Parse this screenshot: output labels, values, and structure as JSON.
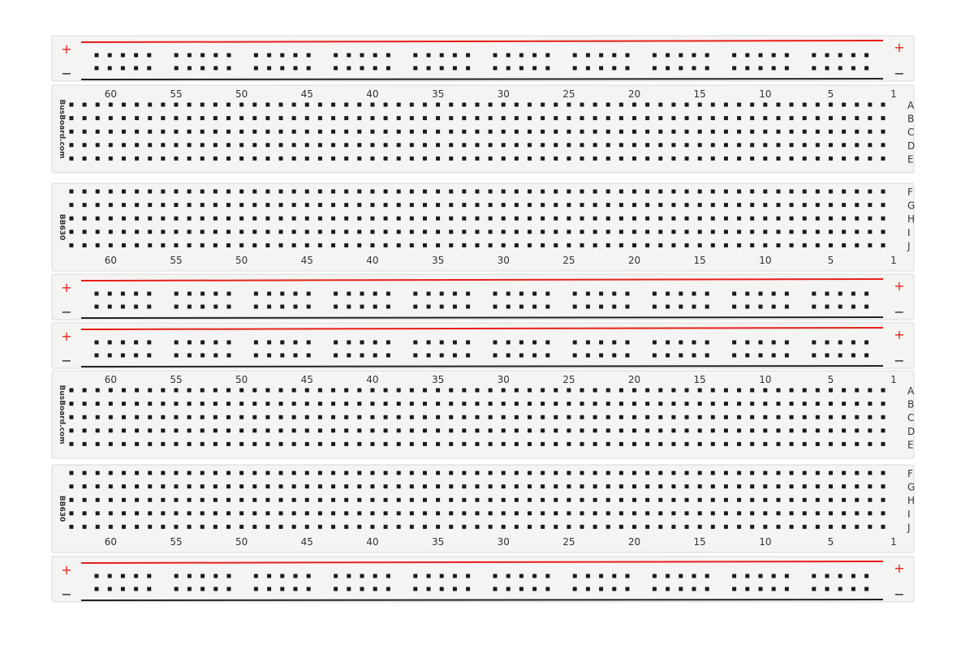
{
  "boards": [
    {
      "brand": "BusBoard.com",
      "model": "BB630"
    },
    {
      "brand": "BusBoard.com",
      "model": "BB630"
    }
  ],
  "column_labels": [
    "60",
    "55",
    "50",
    "45",
    "40",
    "35",
    "30",
    "25",
    "20",
    "15",
    "10",
    "5",
    "1"
  ],
  "rows_top": [
    "A",
    "B",
    "C",
    "D",
    "E"
  ],
  "rows_bottom": [
    "F",
    "G",
    "H",
    "I",
    "J"
  ],
  "rail": {
    "plus": "+",
    "minus": "−",
    "plus_color": "#e8201a",
    "minus_color": "#222222"
  },
  "colors": {
    "board": "#f4f4f2",
    "hole": "#1c1a16",
    "edge": "#d8d8d6"
  }
}
